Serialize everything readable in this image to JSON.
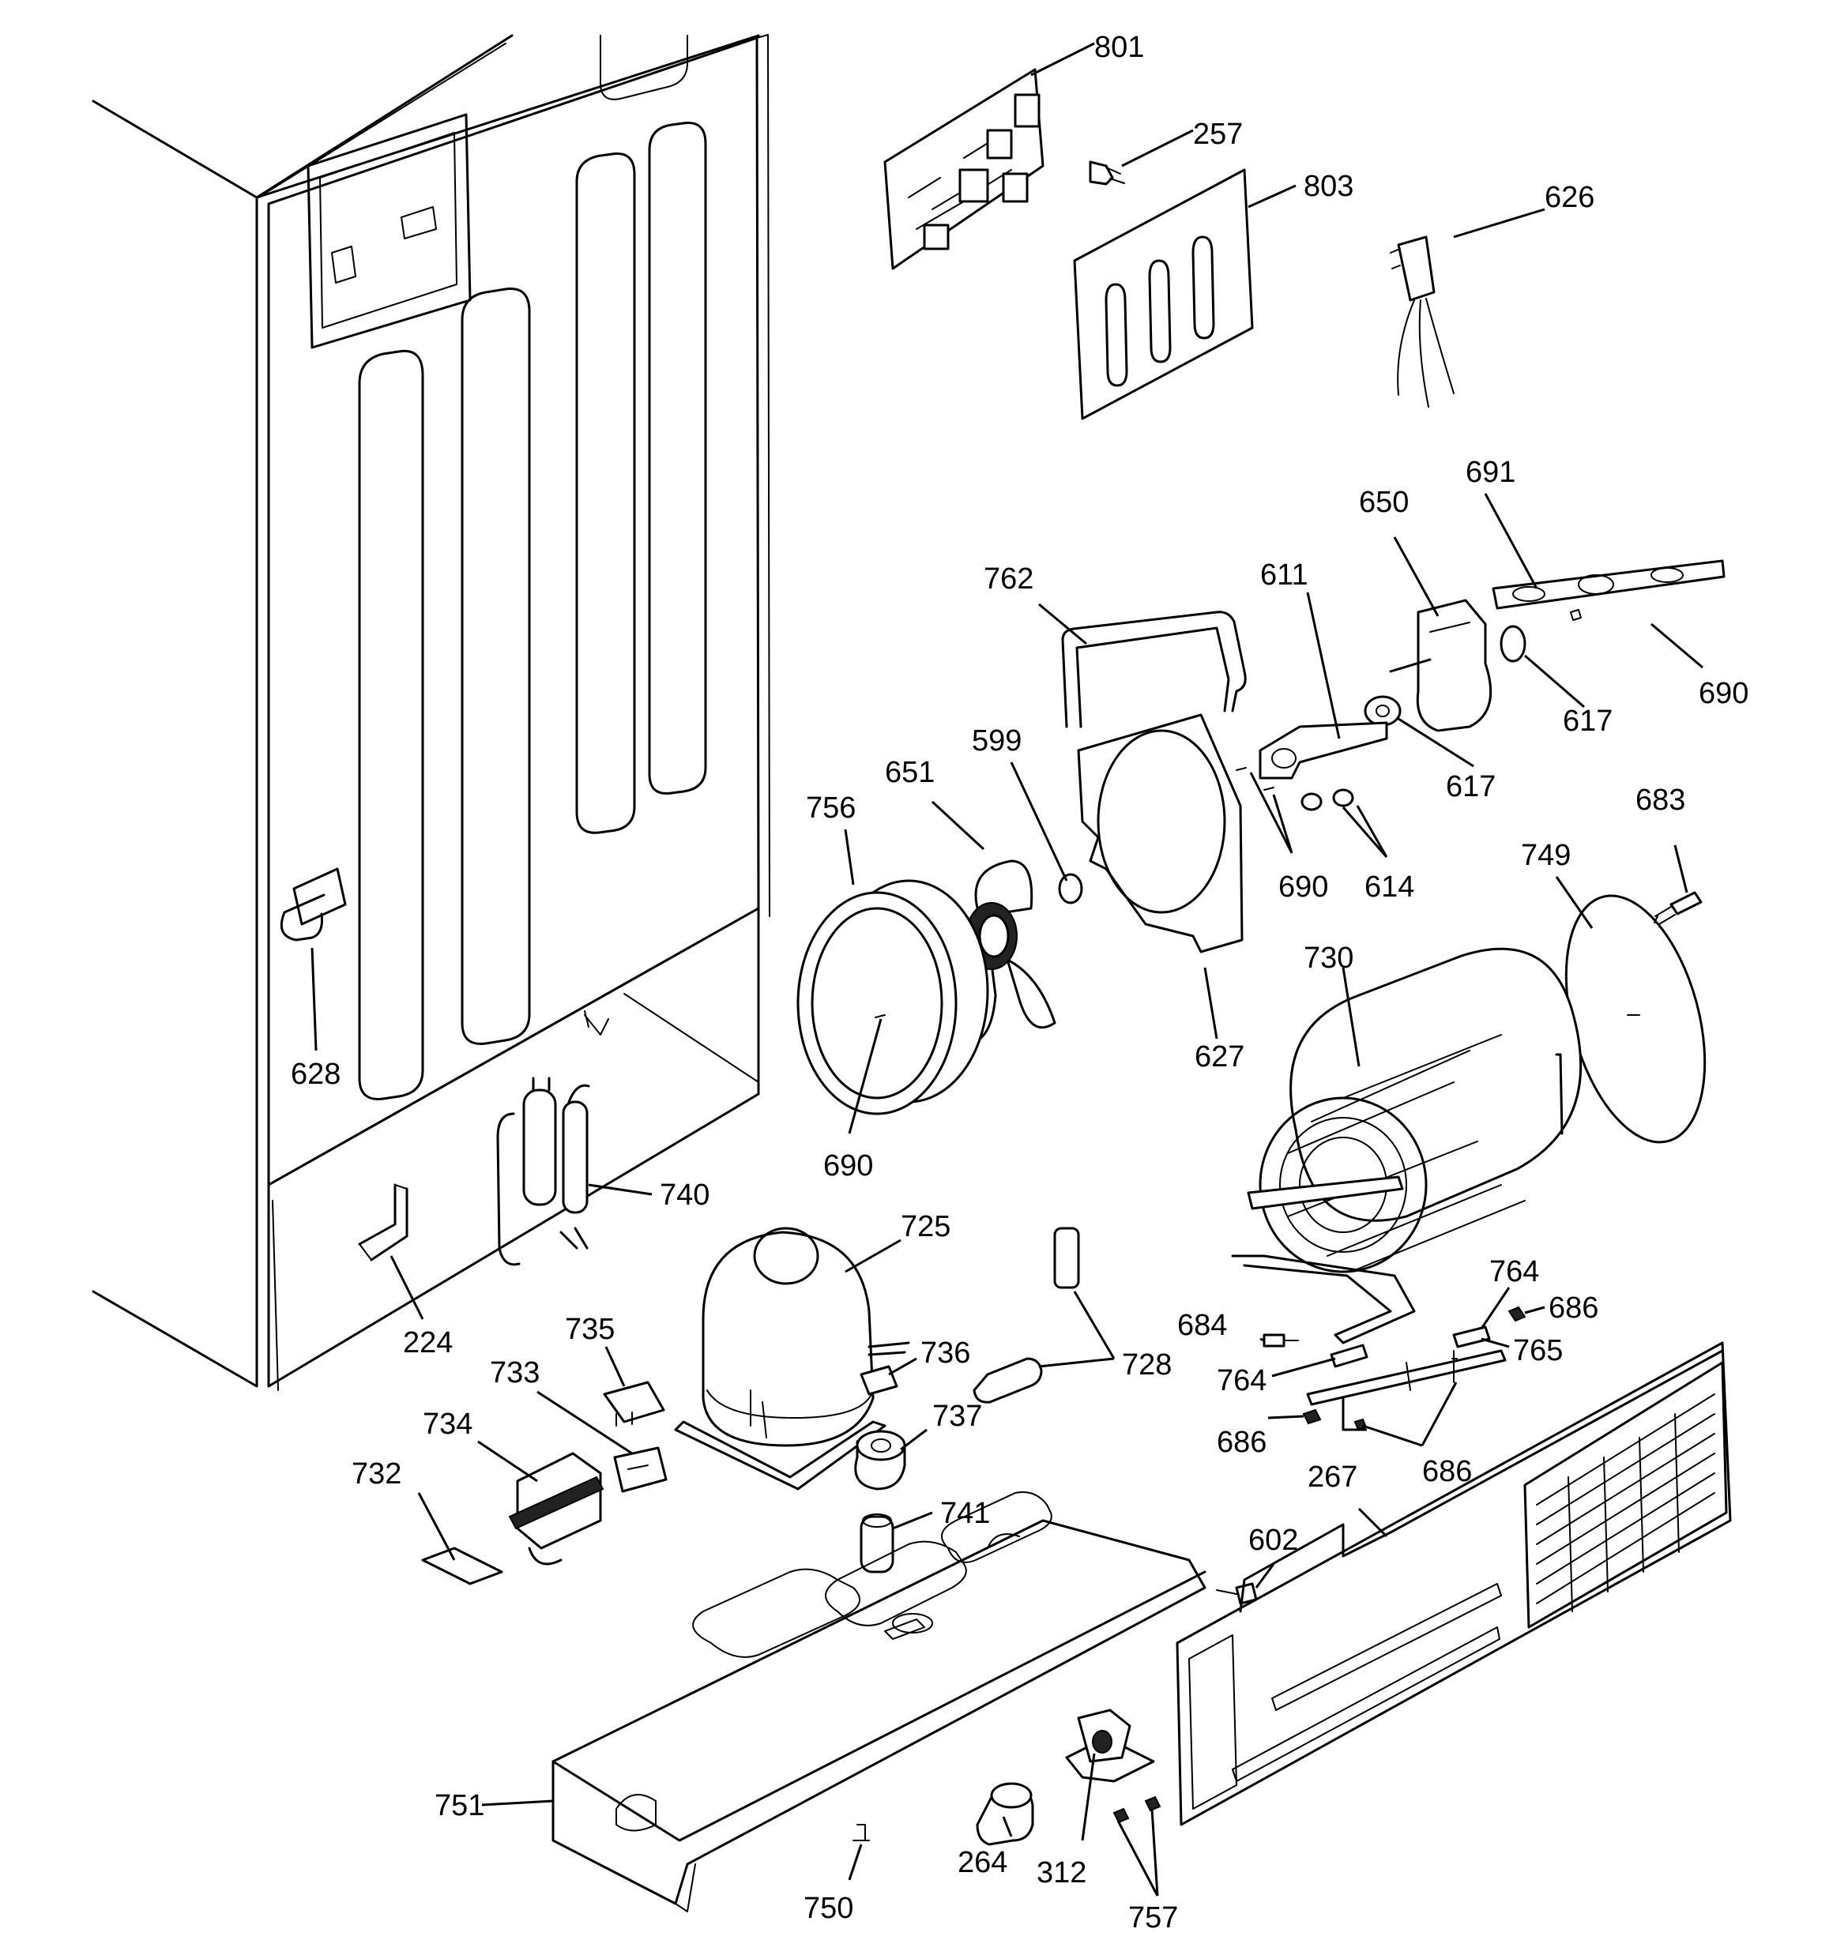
{
  "diagram": {
    "part_labels": [
      "801",
      "257",
      "803",
      "626",
      "691",
      "650",
      "611",
      "762",
      "690",
      "617",
      "617",
      "690",
      "614",
      "599",
      "651",
      "756",
      "683",
      "749",
      "730",
      "627",
      "628",
      "690",
      "740",
      "725",
      "224",
      "735",
      "736",
      "728",
      "733",
      "734",
      "737",
      "684",
      "764",
      "764",
      "686",
      "765",
      "686",
      "686",
      "732",
      "741",
      "267",
      "602",
      "751",
      "264",
      "312",
      "757",
      "750"
    ]
  }
}
